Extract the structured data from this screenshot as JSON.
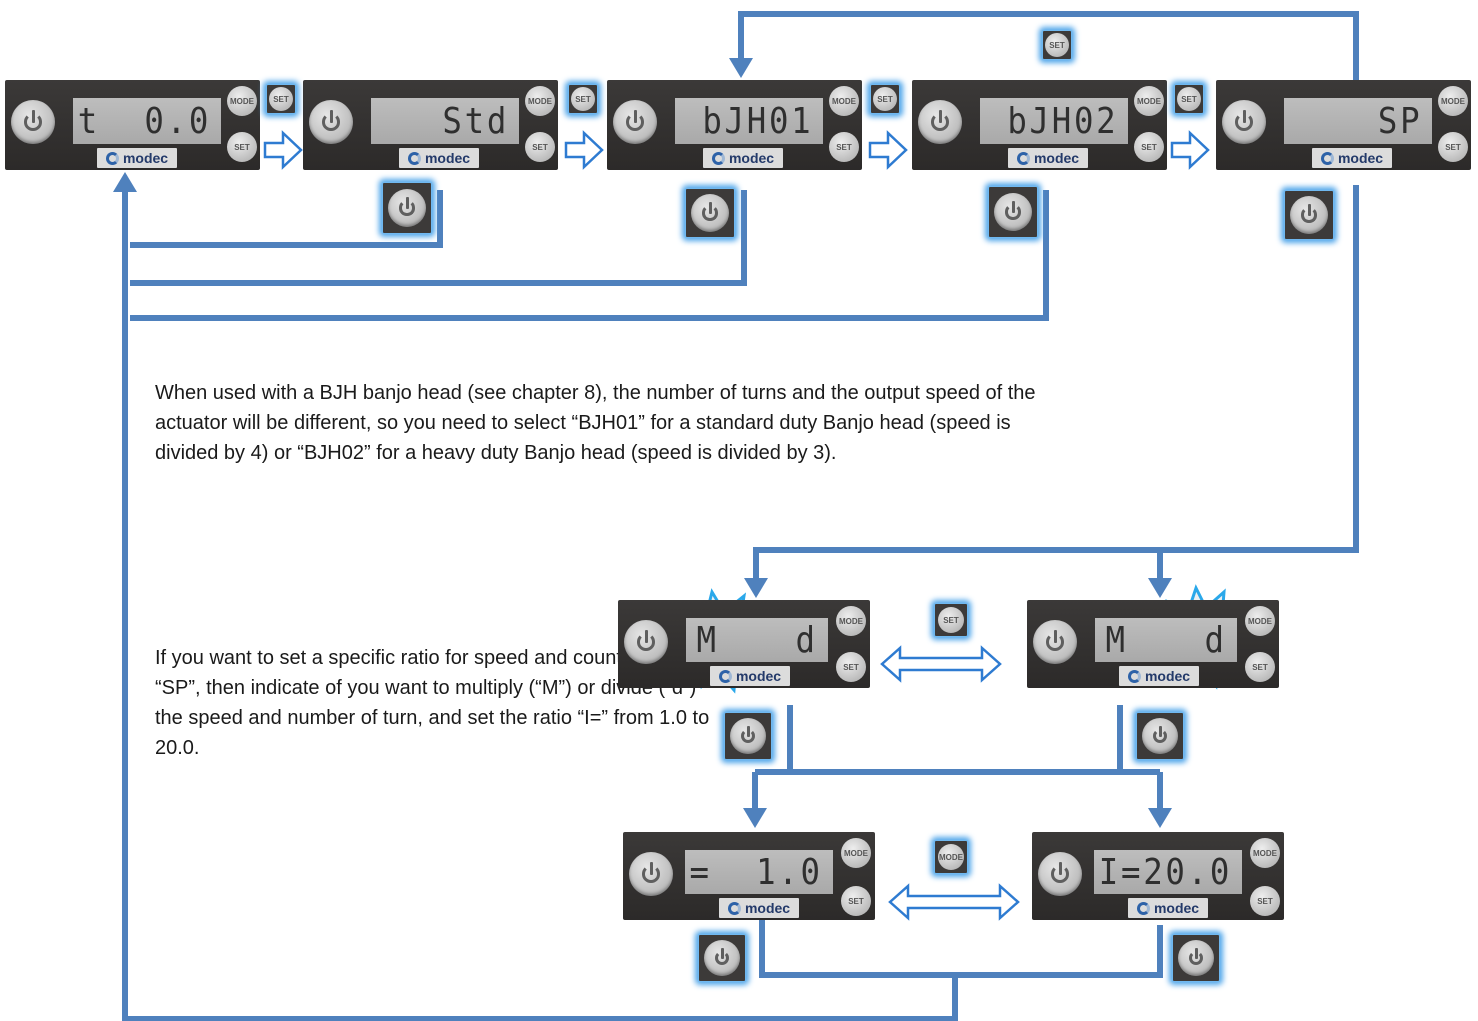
{
  "brand": "modec",
  "buttons": {
    "mode": "MODE",
    "set": "SET"
  },
  "colors": {
    "arrow": "#4f81bd",
    "highlight": "#4ea5ea",
    "panel": "#333130",
    "lcd": "#b3b3b3",
    "burst": "#2aa8ea"
  },
  "icons": {
    "power": "power-icon",
    "transition": "hollow-arrow-icon",
    "toggle": "double-arrow-icon",
    "flash": "blink-burst-icon"
  },
  "panels": [
    {
      "id": "turns",
      "display": "t  0.0"
    },
    {
      "id": "std",
      "display": "Std"
    },
    {
      "id": "bjh01",
      "display": "bJH01"
    },
    {
      "id": "bjh02",
      "display": "bJH02"
    },
    {
      "id": "sp",
      "display": "SP"
    },
    {
      "id": "md-left",
      "display_left": "M",
      "display_right": "d"
    },
    {
      "id": "md-right",
      "display_left": "M",
      "display_right": "d"
    },
    {
      "id": "ratio-min",
      "display": "I=  1.0"
    },
    {
      "id": "ratio-max",
      "display": "I=20.0"
    }
  ],
  "notes": {
    "banjo": "When used with a BJH banjo head (see chapter 8), the number of turns and the output speed of the actuator will be different, so you need to select “BJH01” for a standard duty Banjo head (speed is divided by 4) or “BJH02” for a heavy duty Banjo head (speed is divided by 3).",
    "ratio": "If you want to set a specific ratio for speed and count, select “SP”, then indicate of you want to multiply (“M”) or divide (“d”) the speed and number of turn, and set the ratio “I=” from 1.0 to 20.0."
  }
}
